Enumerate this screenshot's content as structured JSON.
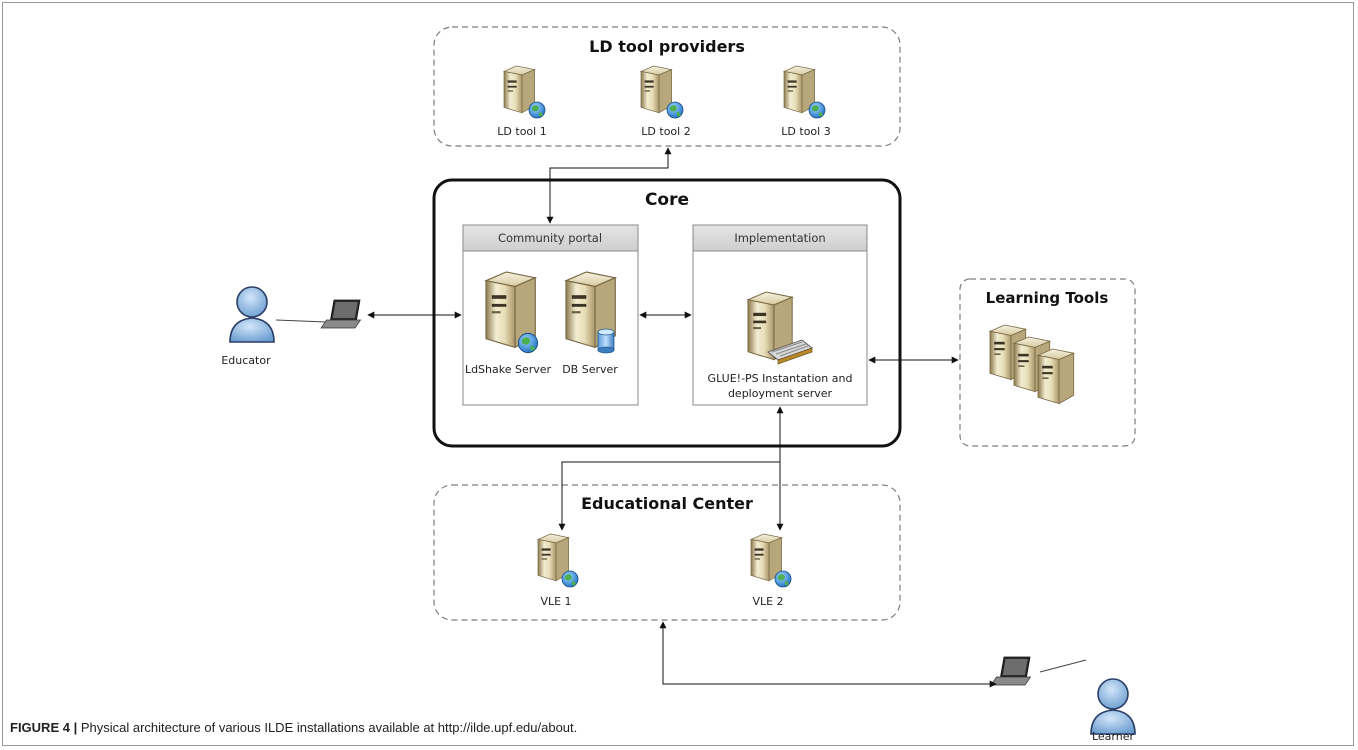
{
  "groups": {
    "ld_tool_providers": "LD tool providers",
    "core": "Core",
    "learning_tools": "Learning Tools",
    "educational_center": "Educational Center"
  },
  "panels": {
    "community_portal": "Community portal",
    "implementation": "Implementation"
  },
  "nodes": {
    "ld_tool_1": "LD tool 1",
    "ld_tool_2": "LD tool 2",
    "ld_tool_3": "LD tool 3",
    "ldshake_server": "LdShake Server",
    "db_server": "DB Server",
    "glue_line1": "GLUE!-PS Instantation and",
    "glue_line2": "deployment server",
    "vle_1": "VLE 1",
    "vle_2": "VLE 2",
    "educator": "Educator",
    "learner": "Learner"
  },
  "caption": {
    "label": "FIGURE 4 |",
    "text": " Physical architecture of various ILDE installations available at http://ilde.upf.edu/about."
  }
}
